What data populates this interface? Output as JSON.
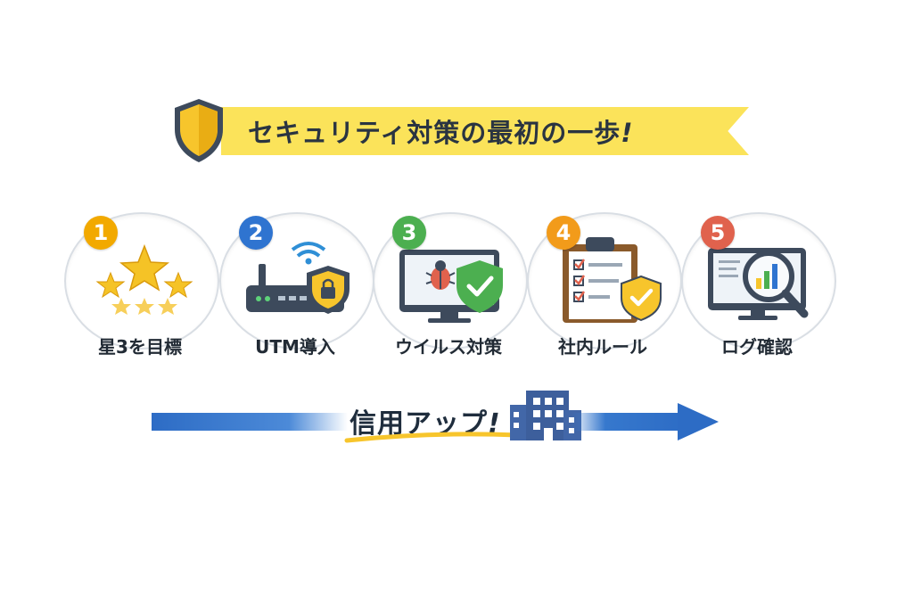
{
  "banner": {
    "title": "セキュリティ対策の最初の一歩",
    "exclaim": "!"
  },
  "steps": [
    {
      "number": "1",
      "label": "星3を目標",
      "color": "#f2a900",
      "icon": "stars-icon"
    },
    {
      "number": "2",
      "label": "UTM導入",
      "color": "#2f74d0",
      "icon": "router-lock-icon"
    },
    {
      "number": "3",
      "label": "ウイルス対策",
      "color": "#4caf50",
      "icon": "monitor-bug-shield-icon"
    },
    {
      "number": "4",
      "label": "社内ルール",
      "color": "#f29b1a",
      "icon": "clipboard-checklist-icon"
    },
    {
      "number": "5",
      "label": "ログ確認",
      "color": "#e0624d",
      "icon": "monitor-magnifier-icon"
    }
  ],
  "trust": {
    "text": "信用アップ",
    "exclaim": "!"
  },
  "colors": {
    "banner_yellow": "#fbe35a",
    "arrow_blue": "#2d6cc5",
    "building_blue": "#4267a8"
  }
}
